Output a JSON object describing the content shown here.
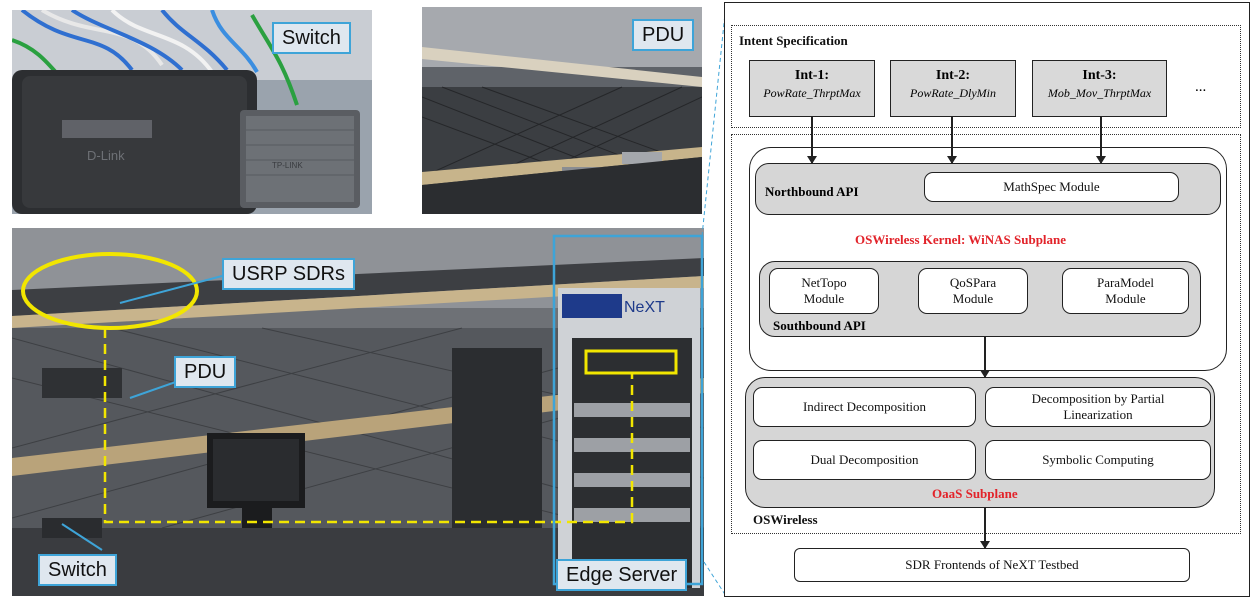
{
  "photos": {
    "top_left": {
      "label": "Switch"
    },
    "top_right": {
      "label": "PDU"
    },
    "bottom": {
      "usrp_label": "USRP SDRs",
      "pdu_label": "PDU",
      "switch_label": "Switch",
      "edge_label": "Edge Server",
      "device_brand_1": "D-Link",
      "device_brand_2": "TP-LINK",
      "server_logo": "NeXT"
    }
  },
  "diagram": {
    "intent_title": "Intent Specification",
    "intents": [
      {
        "id": "Int-1:",
        "name": "PowRate_ThrptMax"
      },
      {
        "id": "Int-2:",
        "name": "PowRate_DlyMin"
      },
      {
        "id": "Int-3:",
        "name": "Mob_Mov_ThrptMax"
      }
    ],
    "ellipsis": "...",
    "northbound_label": "Northbound API",
    "mathspec": "MathSpec Module",
    "kernel_title": "OSWireless Kernel: WiNAS Subplane",
    "modules": [
      {
        "line1": "NetTopo",
        "line2": "Module"
      },
      {
        "line1": "QoSPara",
        "line2": "Module"
      },
      {
        "line1": "ParaModel",
        "line2": "Module"
      }
    ],
    "southbound_label": "Southbound API",
    "oaas": [
      {
        "line1": "Indirect Decomposition",
        "line2": ""
      },
      {
        "line1": "Decomposition by Partial",
        "line2": "Linearization"
      },
      {
        "line1": "Dual Decomposition",
        "line2": ""
      },
      {
        "line1": "Symbolic Computing",
        "line2": ""
      }
    ],
    "oaas_title": "OaaS Subplane",
    "oswireless_label": "OSWireless",
    "frontend": "SDR Frontends of NeXT Testbed"
  },
  "colors": {
    "accent_red": "#e2232a",
    "callout_border": "#3ea4d8",
    "highlight_yellow": "#f2e600"
  }
}
